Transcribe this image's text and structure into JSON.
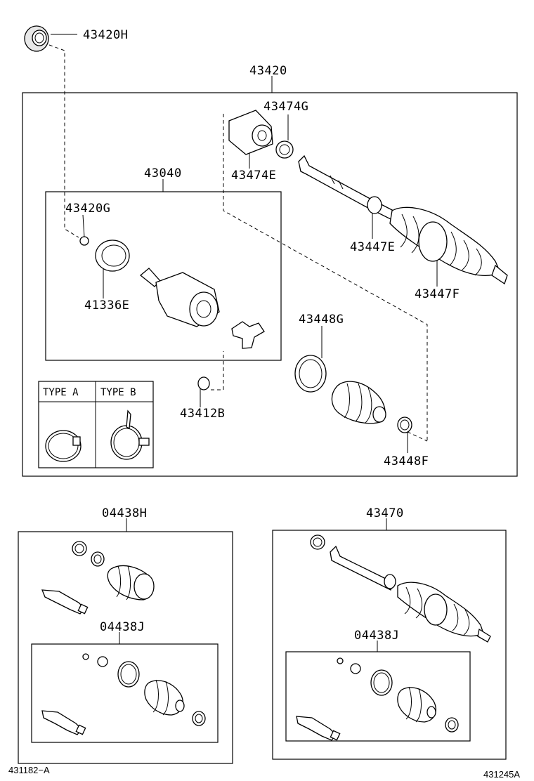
{
  "labels": {
    "l43420H": "43420H",
    "l43420": "43420",
    "l43474G": "43474G",
    "l43474E": "43474E",
    "l43040": "43040",
    "l43420G": "43420G",
    "l41336E": "41336E",
    "l43447E": "43447E",
    "l43447F": "43447F",
    "l43448G": "43448G",
    "l43412B": "43412B",
    "l43448F": "43448F",
    "l04438H": "04438H",
    "l43470": "43470",
    "l04438J_a": "04438J",
    "l04438J_b": "04438J"
  },
  "type_table": {
    "type_a": "TYPE A",
    "type_b": "TYPE B"
  },
  "footer": {
    "left_code": "431182−A",
    "right_code": "431245A"
  }
}
